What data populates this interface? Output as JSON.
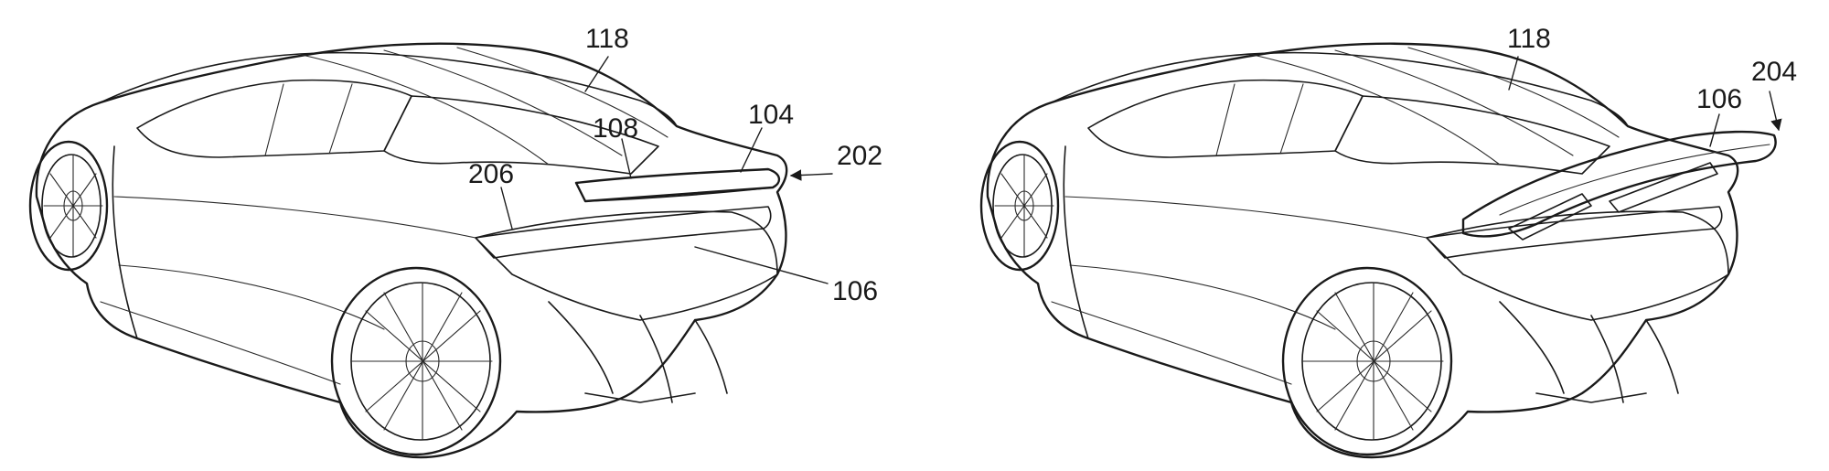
{
  "figure": {
    "left_view": {
      "labels": [
        "118",
        "104",
        "108",
        "202",
        "206",
        "106"
      ]
    },
    "right_view": {
      "labels": [
        "118",
        "204",
        "106"
      ]
    }
  },
  "colors": {
    "ink": "#1a1a1a",
    "paper": "#ffffff"
  }
}
